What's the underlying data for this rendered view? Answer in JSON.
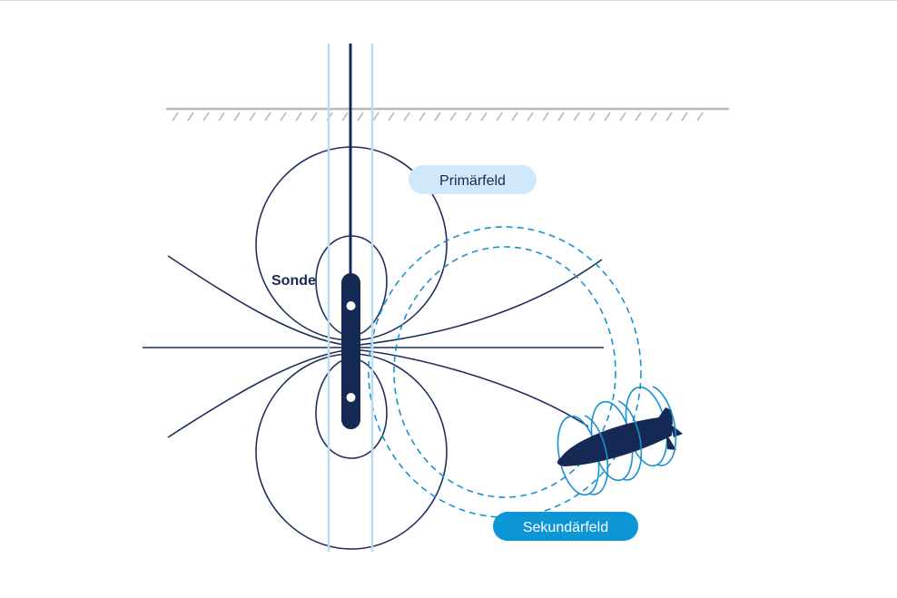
{
  "labels": {
    "sonde": "Sonde",
    "primary_field": "Primärfeld",
    "secondary_field": "Sekundärfeld"
  },
  "colors": {
    "background": "#ffffff",
    "navy": "#142a55",
    "dark_line": "#1f2f5c",
    "casing_line": "#b9dcf3",
    "primary_pill": "#cfe8fb",
    "secondary_pill": "#0e95d6",
    "secondary_field_line": "#1892cf",
    "ground_line": "#b8b8b8",
    "secondary_label_text": "#ffffff",
    "primary_label_text": "#1b2a4f"
  },
  "icons": {
    "object": "buried-ordnance-icon",
    "probe": "sonde-probe-icon"
  }
}
